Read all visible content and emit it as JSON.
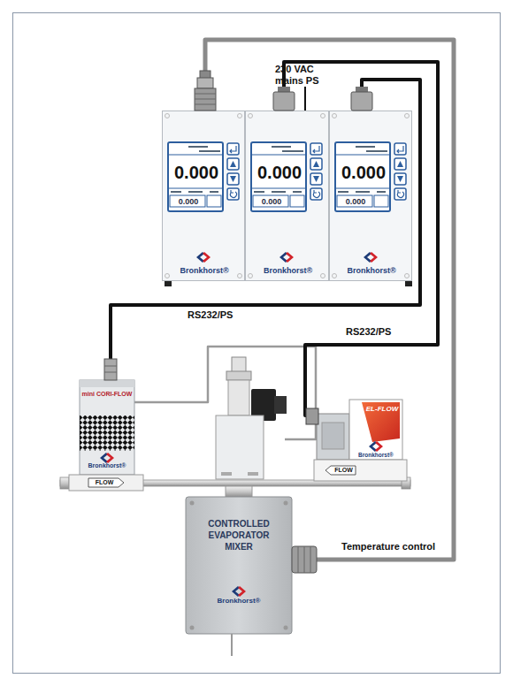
{
  "diagram": {
    "nodes": [
      {
        "text": [
          "0.000",
          "0.000",
          "Bronkhorst®"
        ]
      },
      {
        "text": [
          "0.000",
          "0.000",
          "Bronkhorst®"
        ]
      },
      {
        "text": [
          "0.000",
          "0.000",
          "Bronkhorst®"
        ]
      },
      {
        "text": [
          "mini CORI-FLOW",
          "Bronkhorst®"
        ]
      },
      {
        "text": [
          "EL-FLOW",
          "Bronkhorst®"
        ]
      },
      {
        "text": [
          "CONTROLLED EVAPORATOR MIXER",
          "Bronkhorst®"
        ]
      }
    ],
    "edges": [
      {
        "from": 0,
        "to": 5,
        "label": "Temperature control",
        "arrow": "none"
      },
      {
        "from": 1,
        "to": 4,
        "label": "RS232/PS",
        "arrow": "none"
      },
      {
        "from": 2,
        "to": 3,
        "label": "RS232/PS",
        "arrow": "none"
      }
    ],
    "labels": [
      "230 VAC mains PS",
      "FLOW",
      "FLOW"
    ]
  }
}
